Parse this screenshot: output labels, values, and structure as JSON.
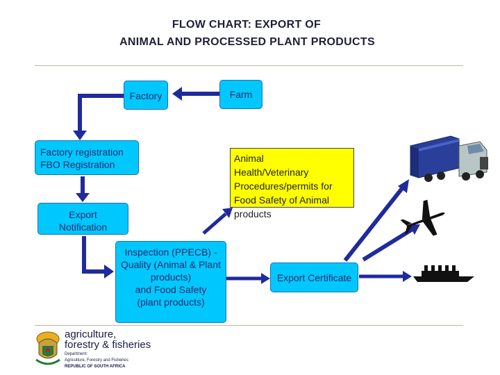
{
  "title": {
    "line1": "FLOW CHART: EXPORT OF",
    "line2": "ANIMAL AND PROCESSED PLANT PRODUCTS"
  },
  "nodes": {
    "factory": "Factory",
    "farm": "Farm",
    "registration": [
      "Factory registration",
      "FBO Registration"
    ],
    "notification": [
      "Export",
      "Notification"
    ],
    "inspection": [
      "Inspection (PPECB) -",
      "Quality (Animal & Plant",
      "products)",
      "and Food Safety",
      "(plant products)"
    ],
    "certificate": "Export Certificate",
    "animal_health": [
      "Animal",
      "Health/Veterinary",
      "Procedures/permits for",
      "Food Safety of Animal",
      "products"
    ]
  },
  "transport_icons": [
    "truck-icon",
    "airplane-icon",
    "ship-icon"
  ],
  "logo": {
    "name_line1": "agriculture,",
    "name_line2": "forestry & fisheries",
    "dept": "Department:",
    "dept_name": "Agriculture, Forestry and Fisheries",
    "country": "REPUBLIC OF SOUTH AFRICA"
  },
  "colors": {
    "box_fill": "#00c8ff",
    "note_fill": "#ffff00",
    "arrow": "#1f2a9c"
  }
}
